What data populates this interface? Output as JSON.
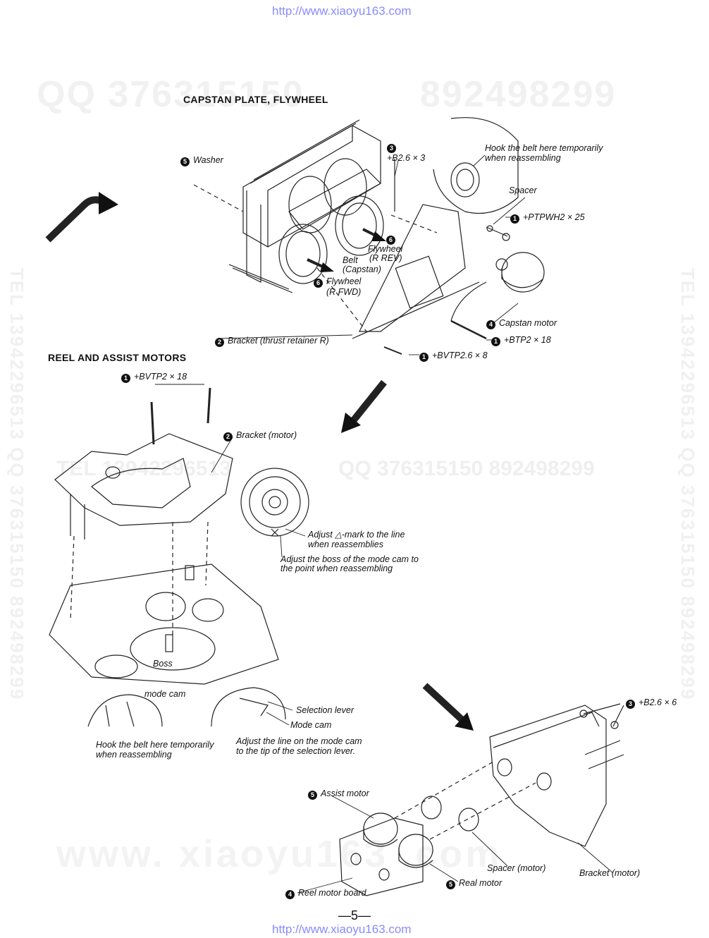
{
  "urls": {
    "top": "http://www.xiaoyu163.com",
    "bottom": "http://www.xiaoyu163.com"
  },
  "watermarks": {
    "qq_top": "QQ 376315150",
    "qq_top_right": "892498299",
    "mid": "QQ  376315150  892498299",
    "mid_left": "TEL 13942296513",
    "bottom": "www. xiaoyu163 .com",
    "vertical_left": "TEL 13942296513  QQ 376315150  892498299",
    "vertical_right": "TEL 13942296513  QQ 376315150  892498299"
  },
  "sections": {
    "capstan_title": "CAPSTAN PLATE, FLYWHEEL",
    "reel_title": "REEL AND ASSIST MOTORS"
  },
  "capstan_labels": {
    "washer": {
      "num": "5",
      "text": "Washer"
    },
    "b26x3": {
      "num": "3",
      "text": "+B2.6 × 3"
    },
    "hook": {
      "line1": "Hook the belt here temporarily",
      "line2": "when reassembling"
    },
    "spacer": "Spacer",
    "ptpwh": {
      "num": "1",
      "text": "+PTPWH2 × 25"
    },
    "flywheel_rrev": {
      "num": "6",
      "line1": "Flywheel",
      "line2": "(R REV)"
    },
    "belt": {
      "line1": "Belt",
      "line2": "(Capstan)"
    },
    "flywheel_rfwd": {
      "num": "6",
      "line1": "Flywheel",
      "line2": "(R FWD)"
    },
    "capstan_motor": {
      "num": "4",
      "text": "Capstan motor"
    },
    "btp": {
      "num": "1",
      "text": "+BTP2 × 18"
    },
    "bracket_thrust": {
      "num": "2",
      "text": "Bracket (thrust retainer R)"
    },
    "bvtp26": {
      "num": "1",
      "text": "+BVTP2.6 × 8"
    }
  },
  "reel_labels": {
    "bvtp2": {
      "num": "1",
      "text": "+BVTP2 × 18"
    },
    "bracket_motor": {
      "num": "2",
      "text": "Bracket (motor)"
    },
    "adjust_mark": {
      "line1": "Adjust △-mark to the line",
      "line2": "when reassemblies"
    },
    "adjust_boss": {
      "line1": "Adjust the boss of the mode cam to",
      "line2": "the point when reassembling"
    },
    "boss": "Boss",
    "mode_cam_lower": "mode cam",
    "selection_lever": "Selection lever",
    "mode_cam": "Mode cam",
    "hook": {
      "line1": "Hook the belt here temporarily",
      "line2": "when reassembling"
    },
    "adjust_line": {
      "line1": "Adjust the line on the mode cam",
      "line2": "to the tip of the selection lever."
    }
  },
  "motor_labels": {
    "b26x6": {
      "num": "3",
      "text": "+B2.6 × 6"
    },
    "assist_motor": {
      "num": "5",
      "text": "Assist motor"
    },
    "spacer_motor": "Spacer (motor)",
    "bracket_motor": "Bracket (motor)",
    "real_motor": {
      "num": "5",
      "text": "Real motor"
    },
    "reel_motor_board": {
      "num": "4",
      "text": "Reel motor board"
    }
  },
  "page_number": "—5—"
}
